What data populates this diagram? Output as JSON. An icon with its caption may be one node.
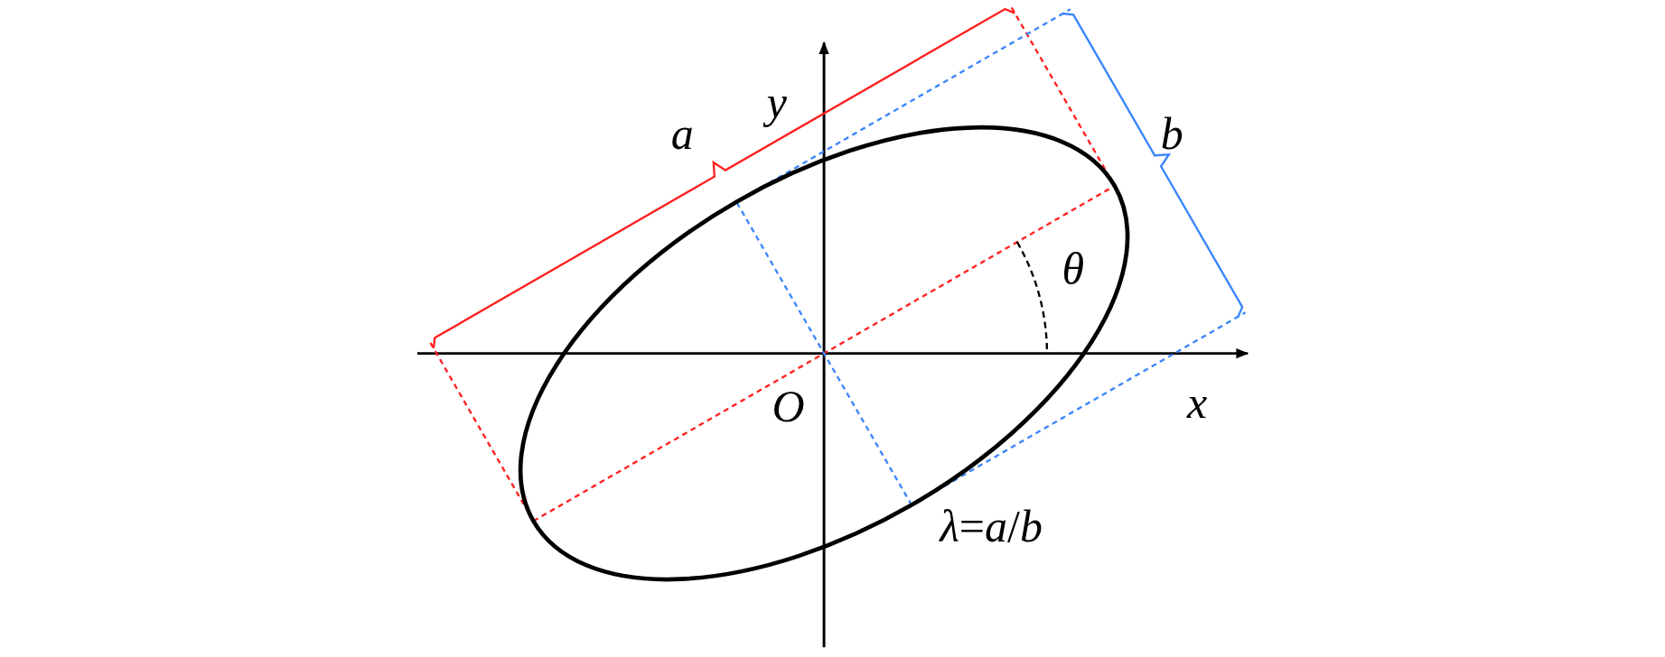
{
  "diagram": {
    "labels": [
      "a",
      "y",
      "b",
      "θ",
      "O",
      "x",
      "*λ*=*a*/*b*"
    ]
  }
}
